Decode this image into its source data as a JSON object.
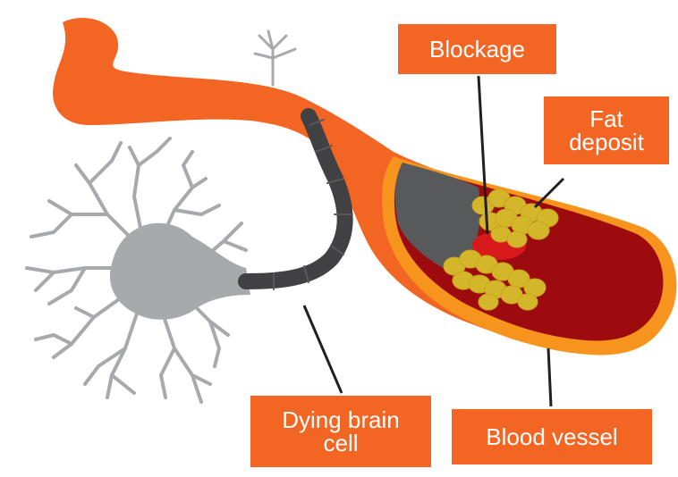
{
  "labels": {
    "blockage": "Blockage",
    "fat_deposit": [
      "Fat",
      "deposit"
    ],
    "dying_brain_cell": [
      "Dying brain",
      "cell"
    ],
    "blood_vessel": "Blood vessel"
  },
  "colors": {
    "label_background": "#f26522",
    "label_text": "#ffffff",
    "vessel_outer": "#f26522",
    "vessel_rim": "#f7941d",
    "vessel_interior_dark": "#9d0b0e",
    "cross_section_grey": "#58595b",
    "blockage_clot": "#d7191c",
    "fat_deposit": "#d4b62a",
    "neuron_body": "#a7a9ac",
    "axon_myelin": "#414042",
    "leader_line": "#231f20"
  }
}
